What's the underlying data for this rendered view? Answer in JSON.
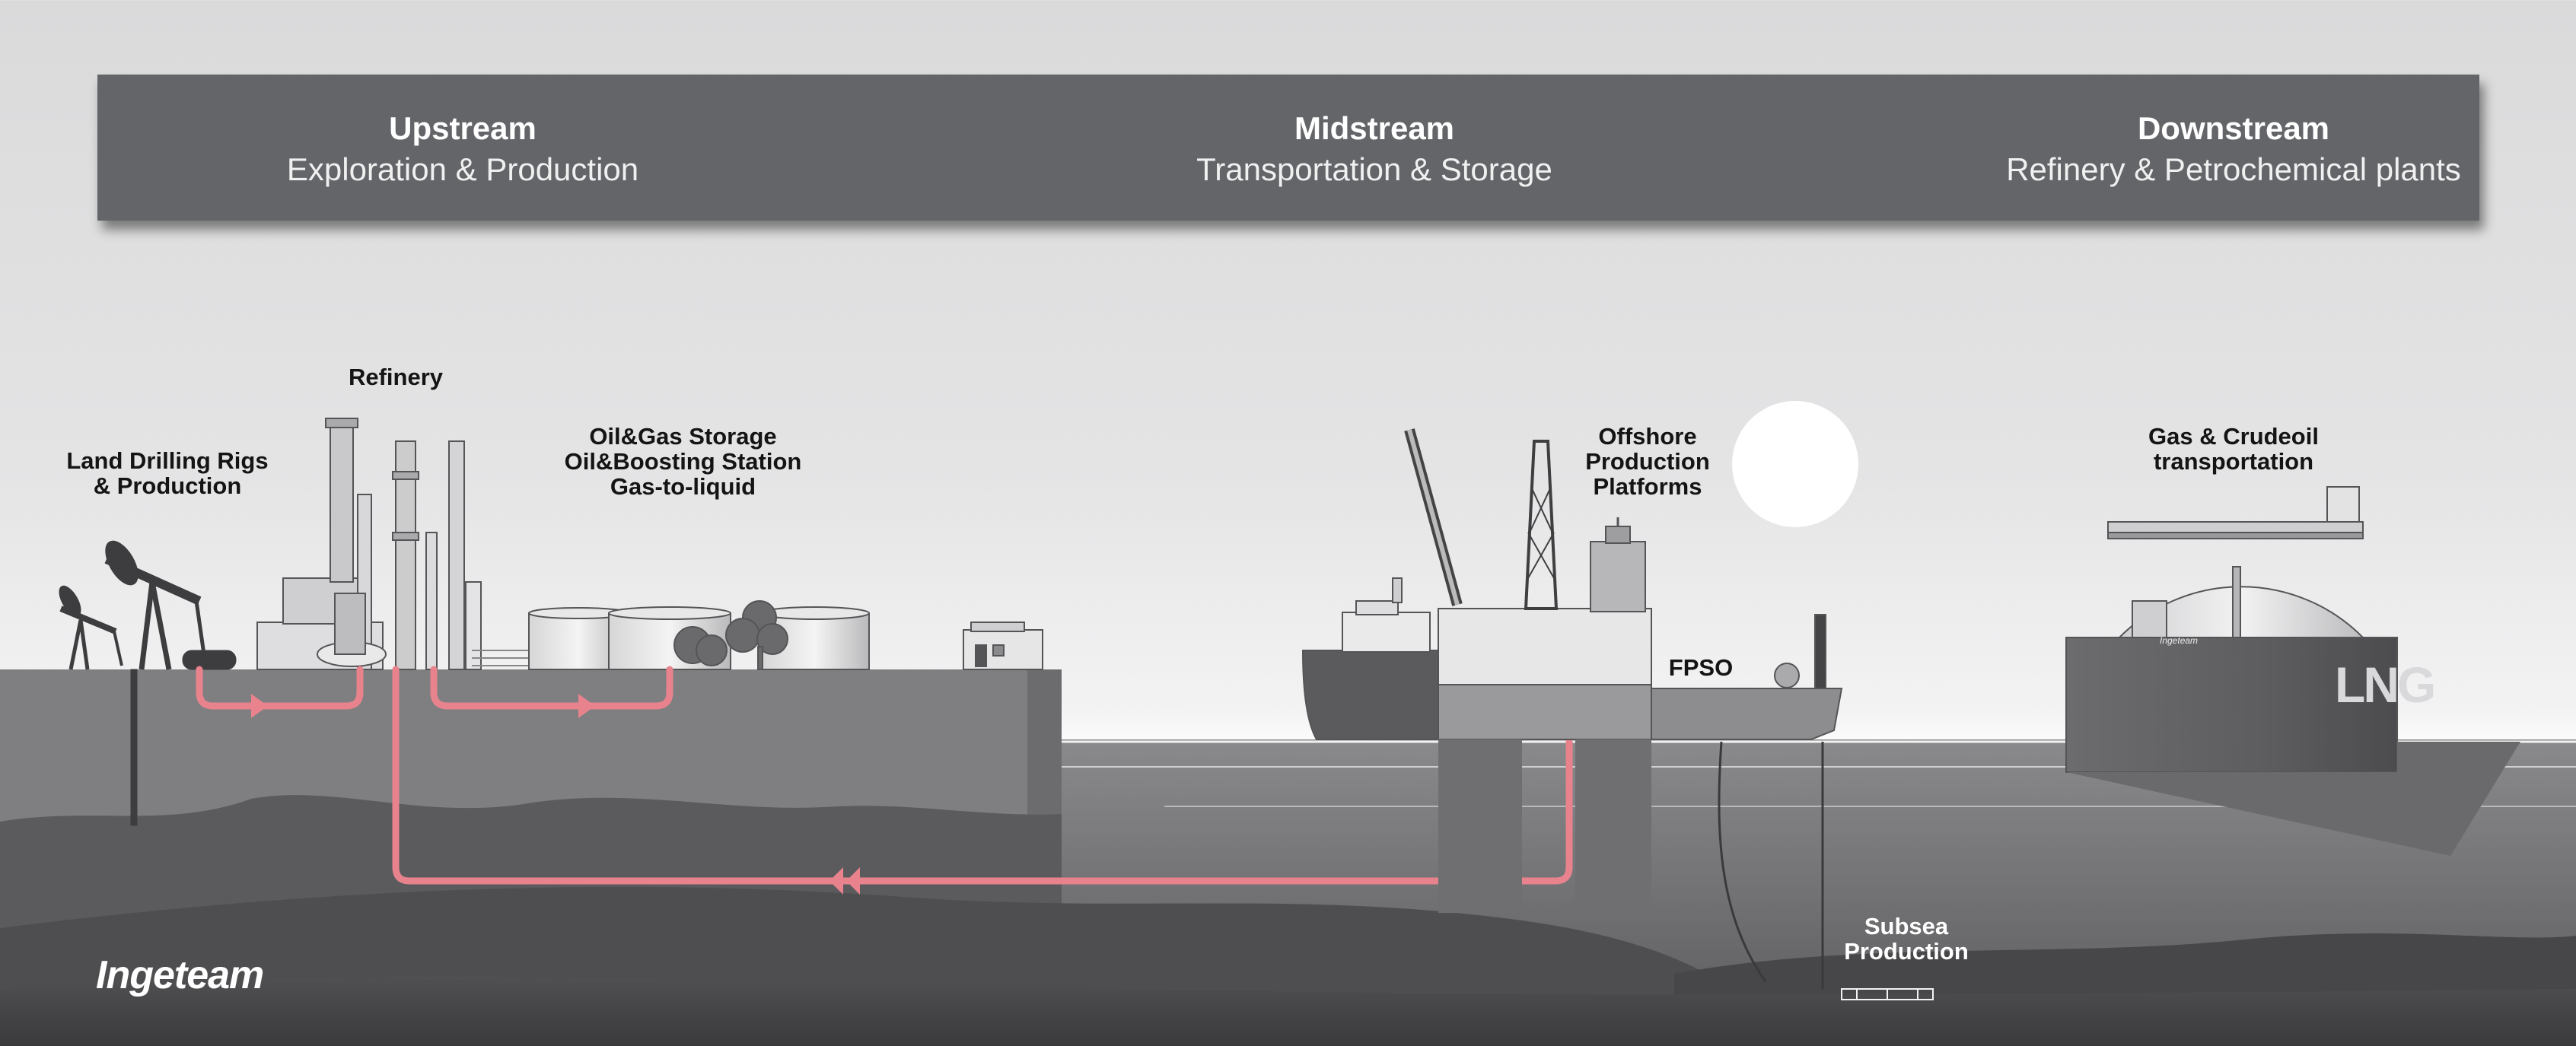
{
  "header": {
    "upstream": {
      "title": "Upstream",
      "subtitle": "Exploration & Production"
    },
    "midstream": {
      "title": "Midstream",
      "subtitle": "Transportation & Storage"
    },
    "downstream": {
      "title": "Downstream",
      "subtitle": "Refinery & Petrochemical plants"
    }
  },
  "labels": {
    "land_drilling": [
      "Land Drilling Rigs",
      "& Production"
    ],
    "refinery": "Refinery",
    "storage": [
      "Oil&Gas Storage",
      "Oil&Boosting Station",
      "Gas-to-liquid"
    ],
    "offshore": [
      "Offshore",
      "Production",
      "Platforms"
    ],
    "fpso": "FPSO",
    "gas_transport": [
      "Gas & Crudeoil",
      "transportation"
    ],
    "subsea": [
      "Subsea",
      "Production"
    ],
    "ship_marking": "LNG",
    "ship_name": "Ingeteam"
  },
  "brand": {
    "logo": "Ingeteam"
  },
  "colors": {
    "banner": "#636569",
    "pipeline": "#e8838d",
    "ground": "#7d7d7f",
    "sea": "#58585b"
  }
}
